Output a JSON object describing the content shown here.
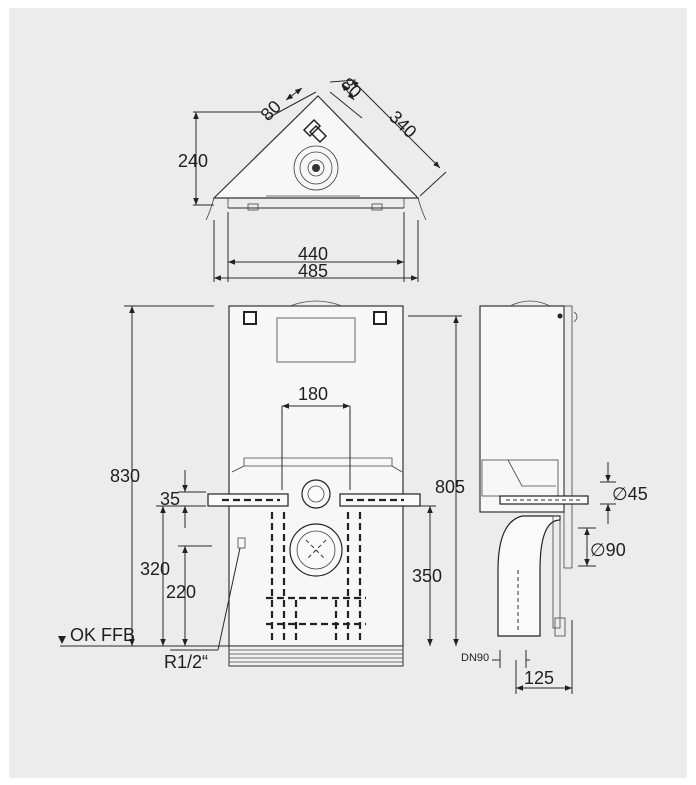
{
  "diagram": {
    "dimensions": {
      "top_view": {
        "d80_left": "80",
        "d80_right": "80",
        "d340": "340",
        "d240": "240",
        "d440": "440",
        "d485": "485"
      },
      "front_view": {
        "d180": "180",
        "d830": "830",
        "d805": "805",
        "d35": "35",
        "d320": "320",
        "d220": "220",
        "d350": "350",
        "r12": "R1/2“",
        "ok_ffb": "OK FFB"
      },
      "side_view": {
        "d45": "∅45",
        "d90": "∅90",
        "dn90": "DN90",
        "d125": "125"
      }
    },
    "colors": {
      "background": "#ececec",
      "line": "#2a2a2a",
      "body_fill": "#f7f7f7"
    }
  }
}
